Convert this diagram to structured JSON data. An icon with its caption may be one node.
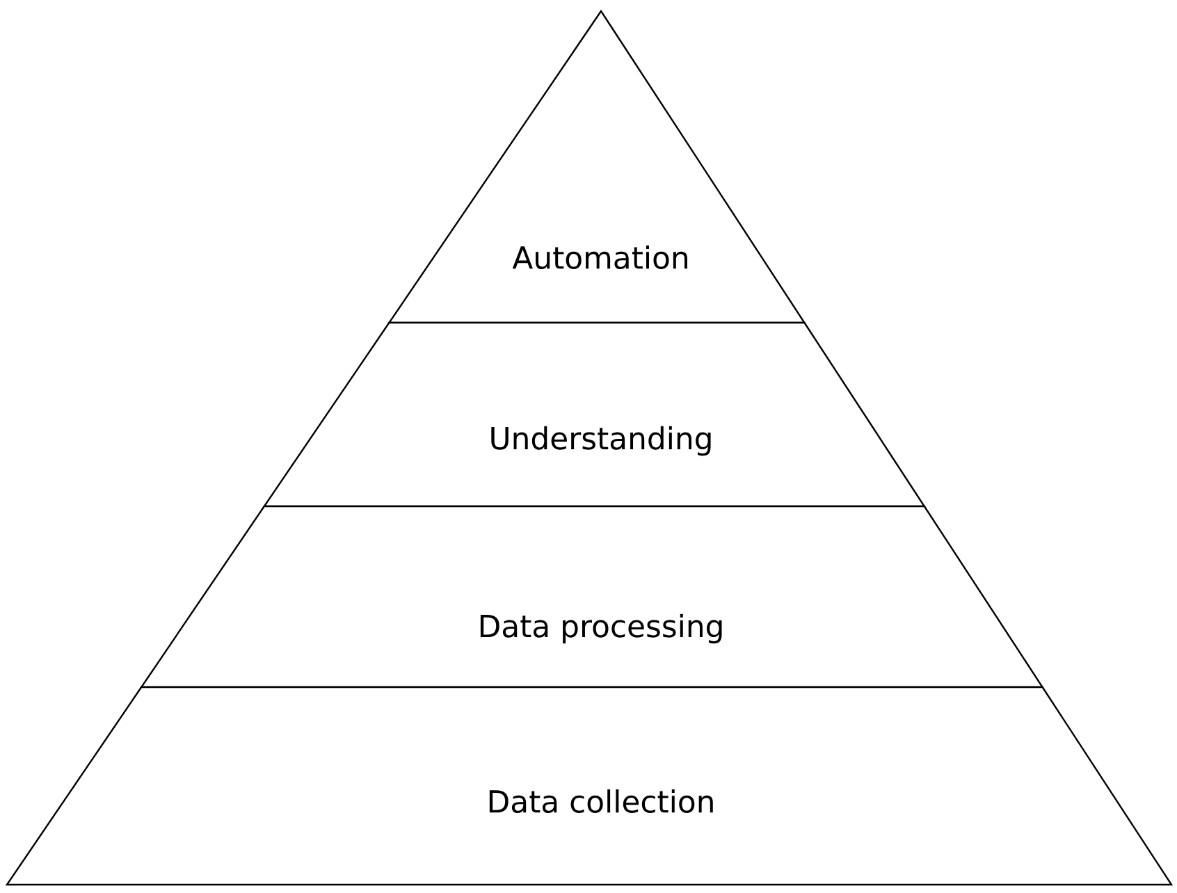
{
  "diagram": {
    "nodes": [
      {
        "text": [
          "Automation"
        ]
      },
      {
        "text": [
          "Understanding"
        ]
      },
      {
        "text": [
          "Data processing"
        ]
      },
      {
        "text": [
          "Data collection"
        ]
      }
    ]
  }
}
